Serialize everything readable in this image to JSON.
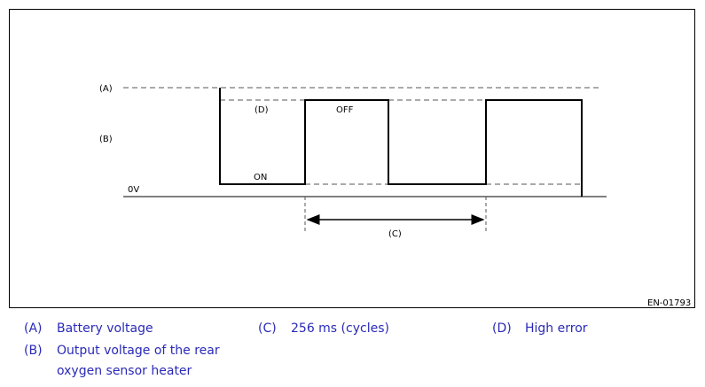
{
  "diagram": {
    "labels": {
      "a": "(A)",
      "b": "(B)",
      "d": "(D)",
      "off": "OFF",
      "on": "ON",
      "zero": "0V",
      "c": "(C)",
      "code": "EN-01793"
    },
    "colors": {
      "line": "#000000",
      "dashed": "#555555",
      "legend": "#2a2ab8"
    }
  },
  "legend": {
    "a_key": "(A)",
    "a_text": "Battery voltage",
    "c_key": "(C)",
    "c_text": "256 ms (cycles)",
    "d_key": "(D)",
    "d_text": "High error",
    "b_key": "(B)",
    "b_text_line1": "Output voltage of the rear",
    "b_text_line2": "oxygen sensor heater"
  }
}
